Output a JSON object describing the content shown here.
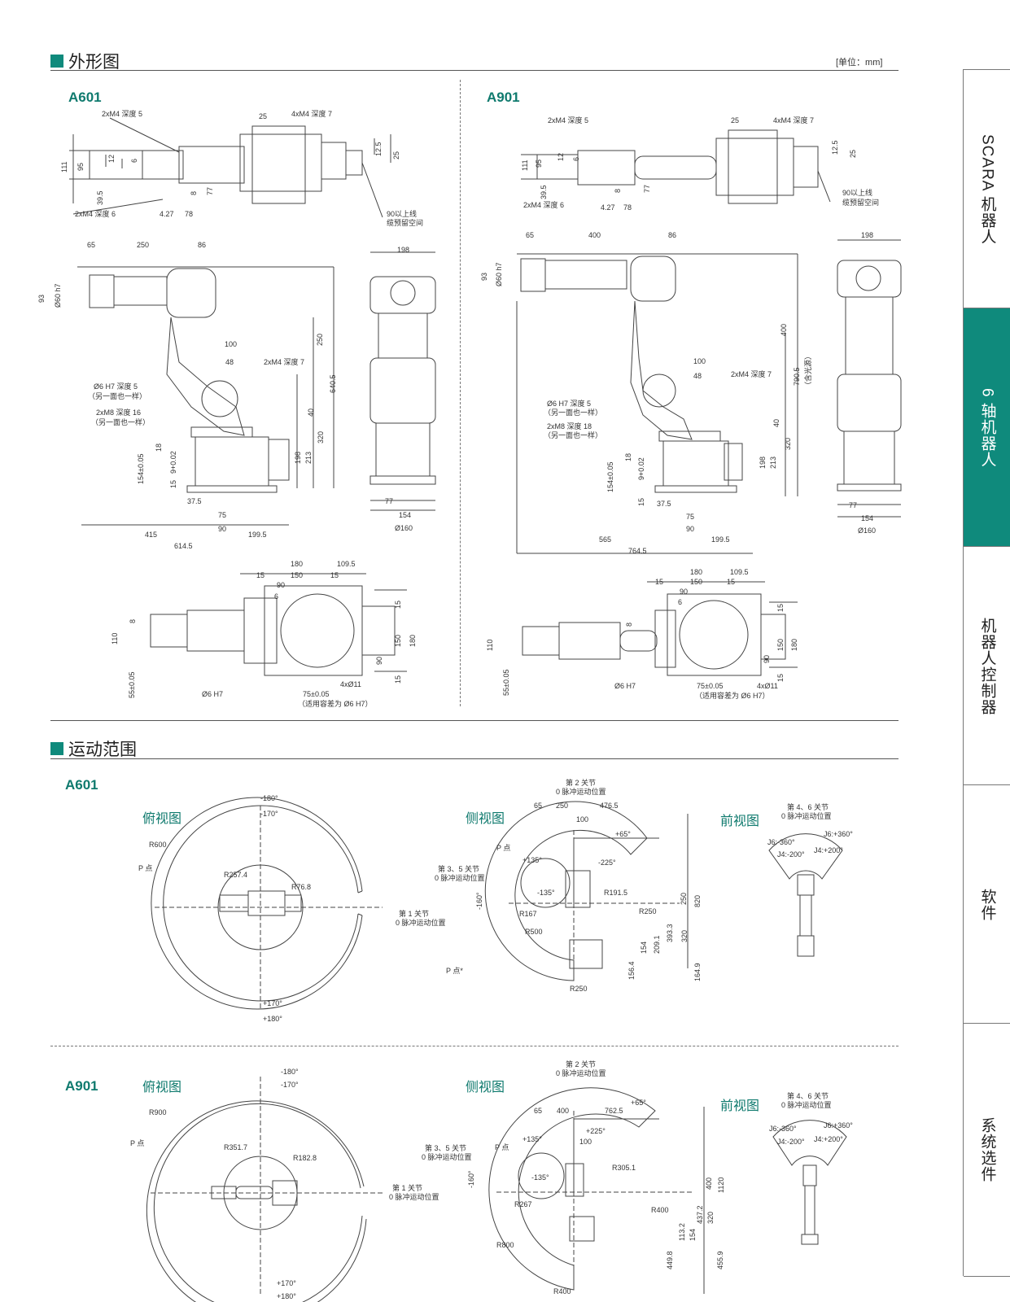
{
  "sections": {
    "outline_title": "外形图",
    "motion_title": "运动范围",
    "unit": "[单位：mm]"
  },
  "models": {
    "a601": "A601",
    "a901": "A901"
  },
  "views": {
    "top": "俯视图",
    "side": "侧视图",
    "front": "前视图"
  },
  "sidebar": {
    "items": [
      {
        "label": "SCARA 机器人"
      },
      {
        "label": "6 轴机器人"
      },
      {
        "label": "机器人控制器"
      },
      {
        "label": "软件"
      },
      {
        "label": "系统选件"
      }
    ]
  },
  "a601_outline": {
    "top_labels": [
      "2xM4 深度 5",
      "4xM4 深度 7",
      "2xM4 深度 6",
      "90以上线",
      "缆预留空间"
    ],
    "top_dims": [
      "111",
      "95",
      "12",
      "6",
      "39.5",
      "4.27",
      "78",
      "8",
      "77",
      "25",
      "12.5",
      "25"
    ],
    "side_labels": [
      "Ø6 H7 深度 5",
      "（另一面也一样）",
      "2xM8 深度 16",
      "（另一面也一样）",
      "2xM4 深度 7"
    ],
    "side_dims_h": [
      "65",
      "250",
      "86",
      "100",
      "48",
      "37.5",
      "75",
      "90",
      "415",
      "199.5",
      "614.5"
    ],
    "side_dims_v": [
      "93",
      "Ø60 h7",
      "250",
      "640.5",
      "40",
      "320",
      "213",
      "198",
      "18",
      "9+0.02",
      "154±0.05",
      "15"
    ],
    "front_dims": [
      "198",
      "77",
      "154",
      "Ø160"
    ],
    "base_dims_h": [
      "180",
      "109.5",
      "15",
      "150",
      "15",
      "90",
      "6"
    ],
    "base_dims_v": [
      "8",
      "110",
      "55±0.05",
      "15",
      "150",
      "180",
      "90",
      "15"
    ],
    "base_labels": [
      "Ø6 H7",
      "4xØ11",
      "75±0.05",
      "（适用容差为 Ø6 H7）"
    ]
  },
  "a901_outline": {
    "top_labels": [
      "2xM4 深度 5",
      "4xM4 深度 7",
      "2xM4 深度 6",
      "90以上线",
      "缆预留空间"
    ],
    "top_dims": [
      "111",
      "95",
      "12",
      "6",
      "39.5",
      "4.27",
      "78",
      "8",
      "77",
      "25",
      "12.5",
      "25"
    ],
    "side_labels": [
      "Ø6 H7 深度 5",
      "（另一面也一样）",
      "2xM8 深度 18",
      "（另一面也一样）",
      "2xM4 深度 7"
    ],
    "side_dims_h": [
      "65",
      "400",
      "86",
      "100",
      "48",
      "37.5",
      "75",
      "90",
      "565",
      "199.5",
      "764.5"
    ],
    "side_dims_v": [
      "93",
      "Ø60 h7",
      "400",
      "790.5",
      "（含光源）",
      "40",
      "320",
      "213",
      "198",
      "18",
      "9+0.02",
      "154±0.05",
      "15"
    ],
    "front_dims": [
      "198",
      "77",
      "154",
      "Ø160"
    ],
    "base_dims_h": [
      "180",
      "109.5",
      "15",
      "150",
      "15",
      "90",
      "6"
    ],
    "base_dims_v": [
      "8",
      "110",
      "55±0.05",
      "15",
      "150",
      "180",
      "90",
      "15"
    ],
    "base_labels": [
      "Ø6 H7",
      "4xØ11",
      "75±0.05",
      "（适用容差为 Ø6 H7）"
    ]
  },
  "a601_motion": {
    "top": {
      "angles": [
        "-180°",
        "-170°",
        "+170°",
        "+180°"
      ],
      "radii": [
        "R600",
        "R257.4",
        "R76.8"
      ],
      "p_point": "P 点",
      "joint1": [
        "第 1 关节",
        "0 脉冲运动位置"
      ]
    },
    "side": {
      "joint2": [
        "第 2 关节",
        "0 脉冲运动位置"
      ],
      "joint35": [
        "第 3、5 关节",
        "0 脉冲运动位置"
      ],
      "dims": [
        "65",
        "250",
        "476.5",
        "100",
        "+65°",
        "-225°",
        "+135°",
        "-135°",
        "-160°",
        "R191.5",
        "R167",
        "R500",
        "R250",
        "R250",
        "250",
        "820",
        "393.3",
        "320",
        "209.1",
        "154",
        "156.4",
        "164.9"
      ],
      "p_point": "P 点",
      "p_point2": "P 点*"
    },
    "front": {
      "joints": [
        "第 4、6 关节",
        "0 脉冲运动位置"
      ],
      "angles": [
        "J6:-360°",
        "J6:+360°",
        "J4:-200°",
        "J4:+200°"
      ]
    }
  },
  "a901_motion": {
    "top": {
      "angles": [
        "-180°",
        "-170°",
        "+170°",
        "+180°"
      ],
      "radii": [
        "R900",
        "R351.7",
        "R182.8"
      ],
      "p_point": "P 点",
      "joint1": [
        "第 1 关节",
        "0 脉冲运动位置"
      ]
    },
    "side": {
      "joint2": [
        "第 2 关节",
        "0 脉冲运动位置"
      ],
      "joint35": [
        "第 3、5 关节",
        "0 脉冲运动位置"
      ],
      "dims": [
        "65",
        "400",
        "762.5",
        "100",
        "+65°",
        "+225°",
        "+135°",
        "-135°",
        "-160°",
        "R305.1",
        "R267",
        "R800",
        "R400",
        "R400",
        "400",
        "1120",
        "437.2",
        "320",
        "113.2",
        "154",
        "449.8",
        "455.9"
      ],
      "p_point": "P 点"
    },
    "front": {
      "joints": [
        "第 4、6 关节",
        "0 脉冲运动位置"
      ],
      "angles": [
        "J6:-360°",
        "J6:+360°",
        "J4:-200°",
        "J4:+200°"
      ]
    }
  }
}
